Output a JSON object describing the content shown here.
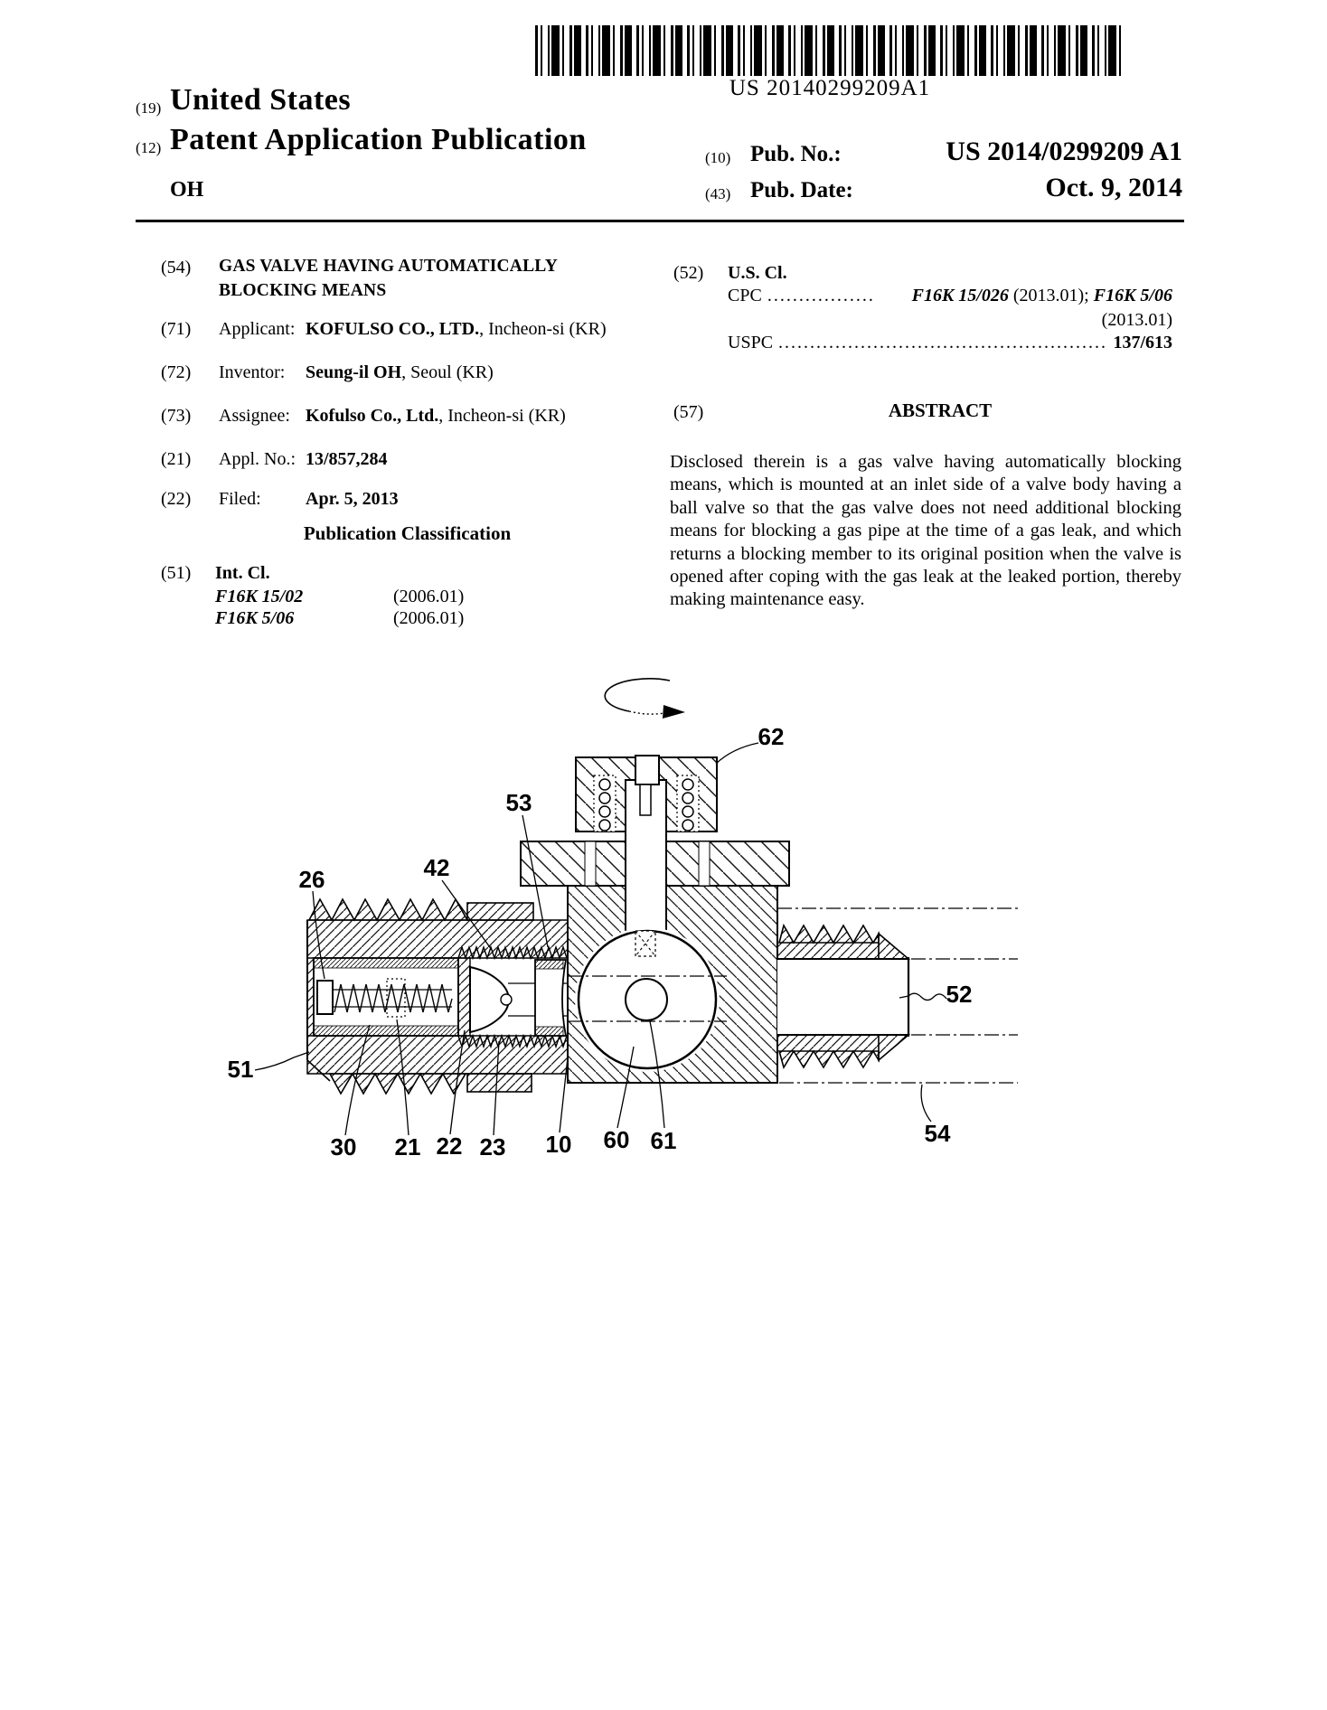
{
  "barcode": {
    "text": "US 20140299209A1"
  },
  "header": {
    "country_num": "(19)",
    "country": "United States",
    "doc_type_num": "(12)",
    "doc_type": "Patent Application Publication",
    "inventor_surname": "OH",
    "pub_no_num": "(10)",
    "pub_no_label": "Pub. No.:",
    "pub_no": "US 2014/0299209 A1",
    "pub_date_num": "(43)",
    "pub_date_label": "Pub. Date:",
    "pub_date": "Oct. 9, 2014"
  },
  "left_column": {
    "title_num": "(54)",
    "title_line1": "GAS VALVE HAVING AUTOMATICALLY",
    "title_line2": "BLOCKING MEANS",
    "applicant_num": "(71)",
    "applicant_label": "Applicant:",
    "applicant_name": "KOFULSO CO., LTD.",
    "applicant_rest": ", Incheon-si (KR)",
    "inventor_num": "(72)",
    "inventor_label": "Inventor:",
    "inventor_name": "Seung-il OH",
    "inventor_rest": ", Seoul (KR)",
    "assignee_num": "(73)",
    "assignee_label": "Assignee:",
    "assignee_name": "Kofulso Co., Ltd.",
    "assignee_rest": ", Incheon-si (KR)",
    "appl_no_num": "(21)",
    "appl_no_label": "Appl. No.:",
    "appl_no_value": "13/857,284",
    "filed_num": "(22)",
    "filed_label": "Filed:",
    "filed_value": "Apr. 5, 2013",
    "pub_class_heading": "Publication Classification",
    "intcl_num": "(51)",
    "intcl_label": "Int. Cl.",
    "intcl_rows": [
      {
        "code": "F16K 15/02",
        "ver": "(2006.01)"
      },
      {
        "code": "F16K 5/06",
        "ver": "(2006.01)"
      }
    ]
  },
  "right_column": {
    "uscl_num": "(52)",
    "uscl_label": "U.S. Cl.",
    "cpc_label": "CPC",
    "cpc_dots": ".................",
    "cpc_v1": "F16K 15/026",
    "cpc_mid": " (2013.01); ",
    "cpc_v2": "F16K 5/06",
    "cpc_cont": "(2013.01)",
    "uspc_label": "USPC",
    "uspc_dots": "..................................................................................",
    "uspc_value": "137/613",
    "abstract_num": "(57)",
    "abstract_heading": "ABSTRACT",
    "abstract_text": "Disclosed therein is a gas valve having automatically blocking means, which is mounted at an inlet side of a valve body having a ball valve so that the gas valve does not need additional blocking means for blocking a gas pipe at the time of a gas leak, and which returns a blocking member to its original position when the valve is opened after coping with the gas leak at the leaked portion, thereby making maintenance easy."
  },
  "figure": {
    "labels": [
      {
        "ref": "62"
      },
      {
        "ref": "53"
      },
      {
        "ref": "42"
      },
      {
        "ref": "26"
      },
      {
        "ref": "51"
      },
      {
        "ref": "30"
      },
      {
        "ref": "21"
      },
      {
        "ref": "22"
      },
      {
        "ref": "23"
      },
      {
        "ref": "10"
      },
      {
        "ref": "60"
      },
      {
        "ref": "61"
      },
      {
        "ref": "52"
      },
      {
        "ref": "54"
      }
    ]
  }
}
